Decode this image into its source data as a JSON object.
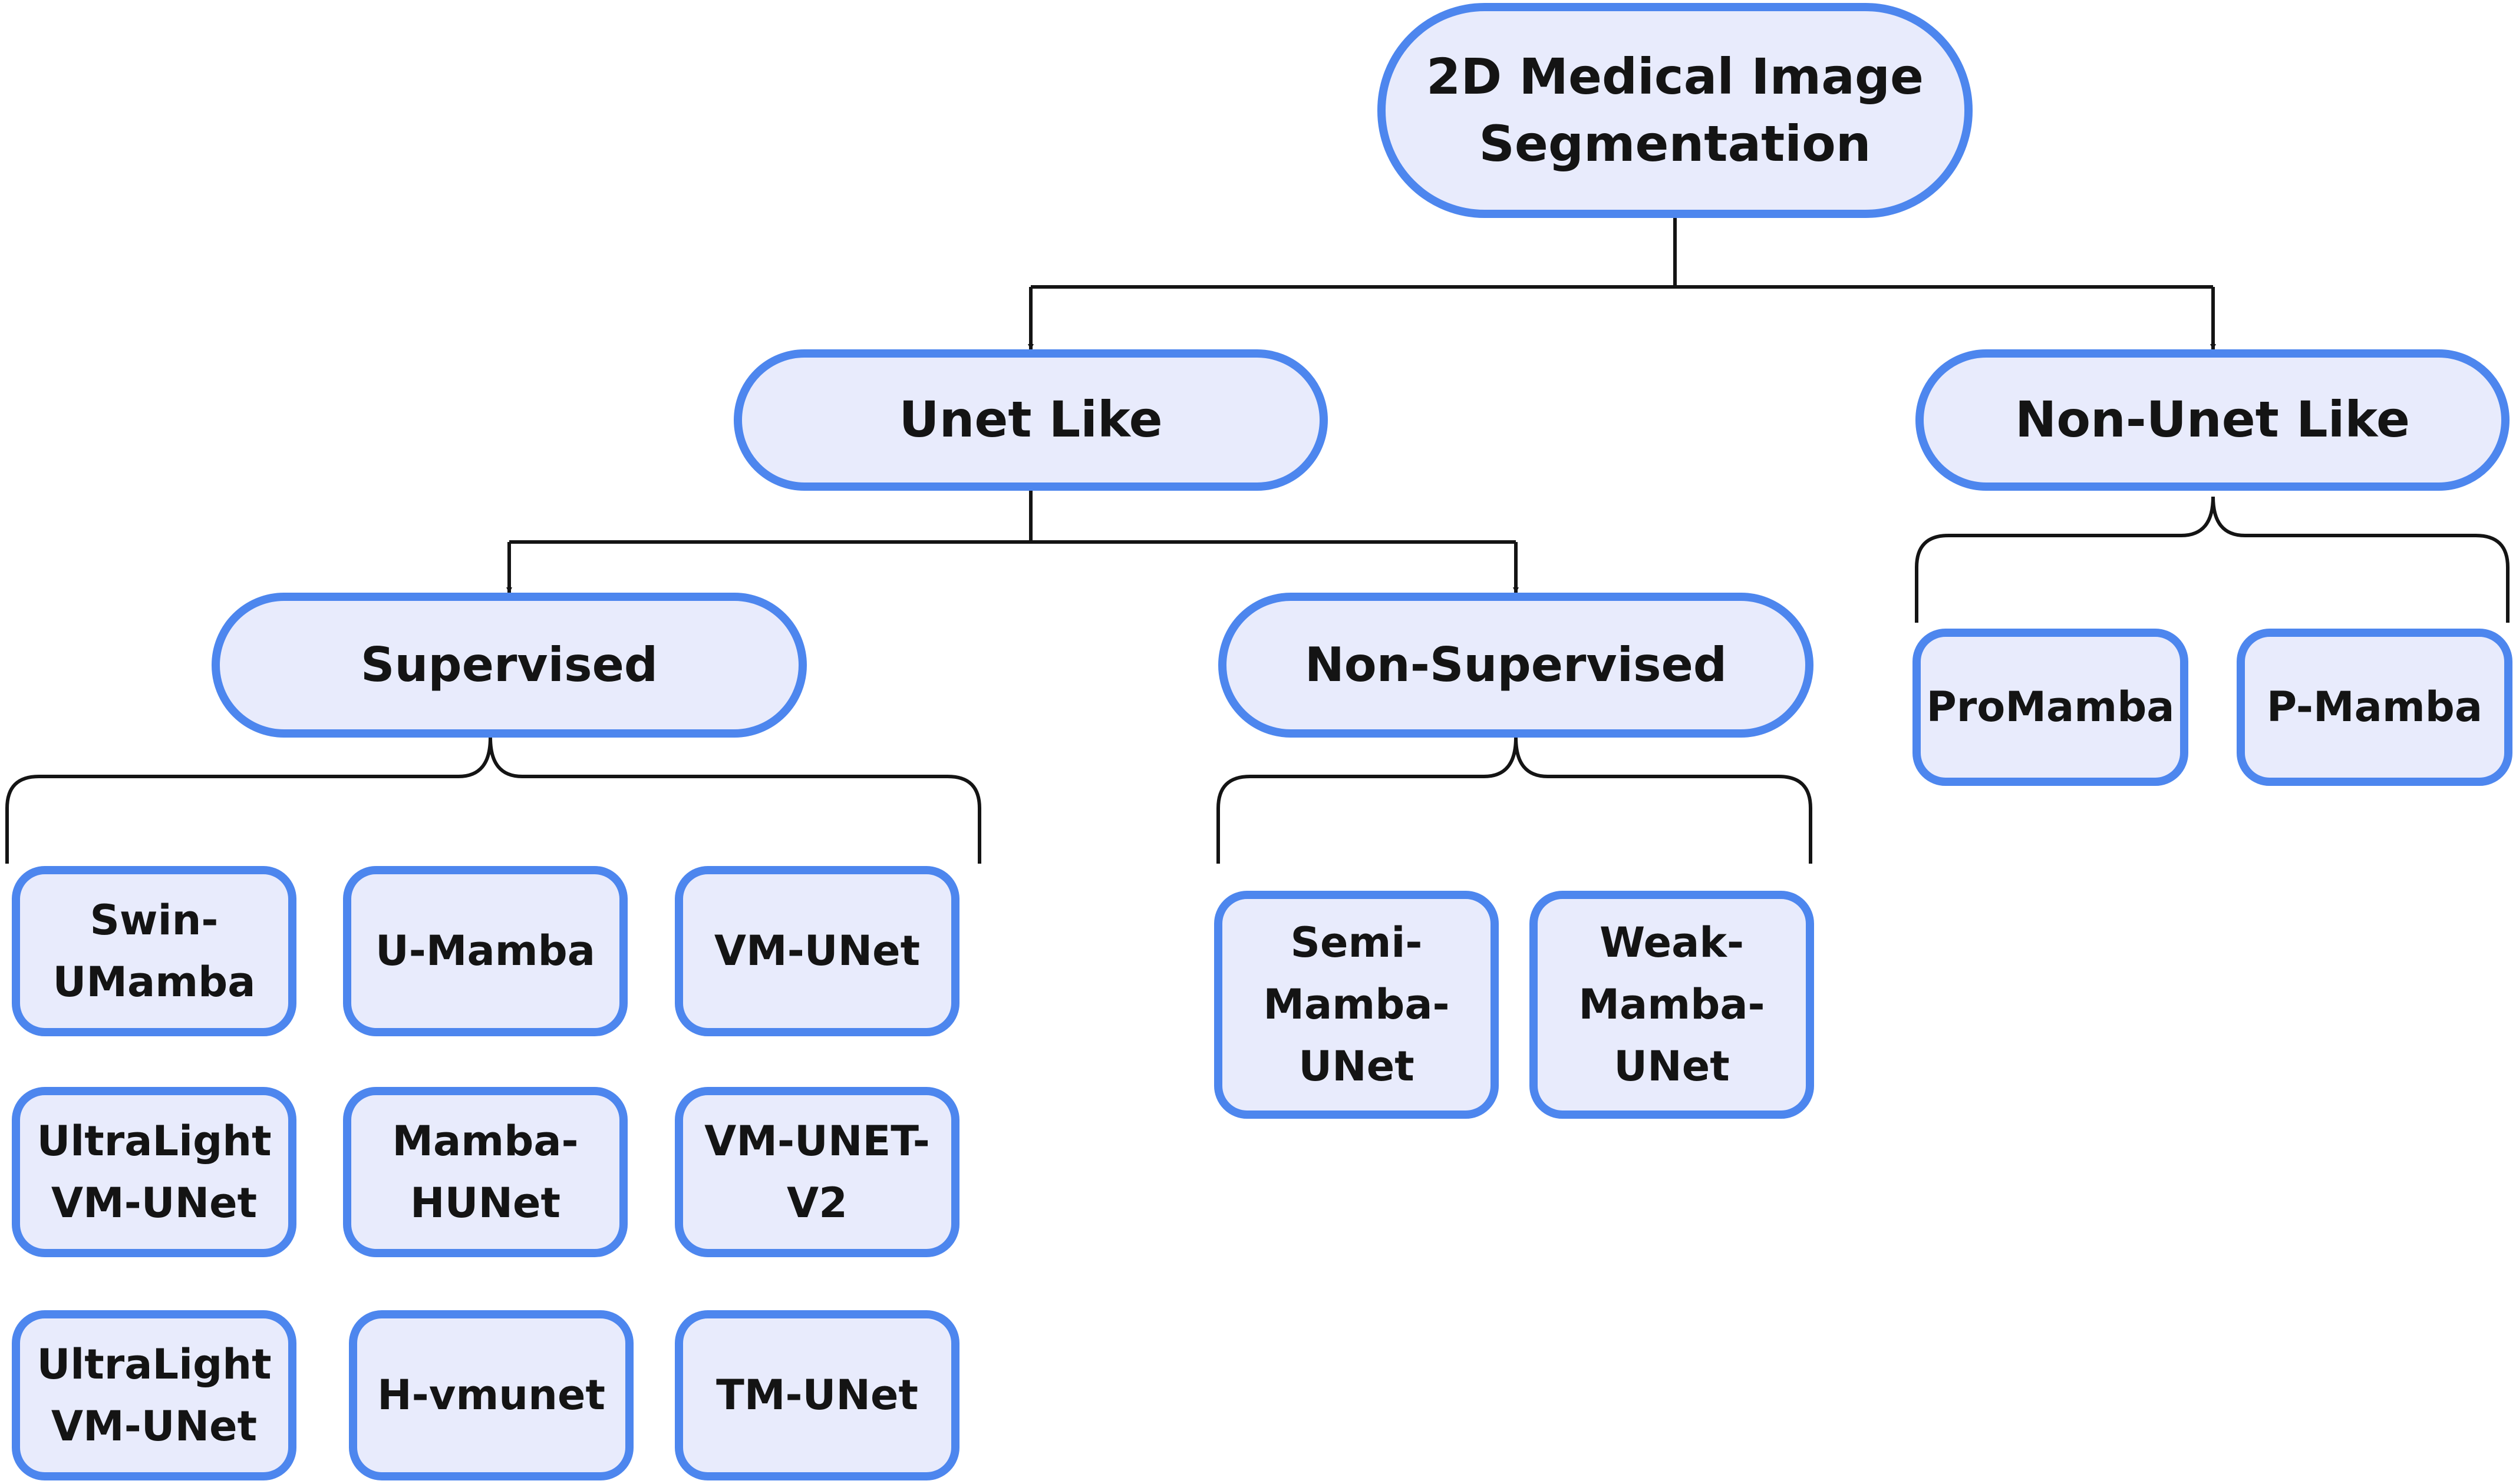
{
  "colors": {
    "node_fill": "#e8ebfc",
    "node_border": "#4d86ee",
    "connector": "#141414",
    "text": "#141414"
  },
  "root": {
    "label": "2D Medical Image\nSegmentation"
  },
  "categories": {
    "unet_like": {
      "label": "Unet Like"
    },
    "non_unet_like": {
      "label": "Non-Unet Like"
    }
  },
  "subcategories": {
    "supervised": {
      "label": "Supervised"
    },
    "non_supervised": {
      "label": "Non-Supervised"
    }
  },
  "supervised_models": [
    {
      "label": "Swin-\nUMamba"
    },
    {
      "label": "U-Mamba"
    },
    {
      "label": "VM-UNet"
    },
    {
      "label": "UltraLight\nVM-UNet"
    },
    {
      "label": "Mamba-\nHUNet"
    },
    {
      "label": "VM-UNET-\nV2"
    },
    {
      "label": "UltraLight\nVM-UNet"
    },
    {
      "label": "H-vmunet"
    },
    {
      "label": "TM-UNet"
    }
  ],
  "non_supervised_models": [
    {
      "label": "Semi-\nMamba-\nUNet"
    },
    {
      "label": "Weak-\nMamba-\nUNet"
    }
  ],
  "non_unet_models": [
    {
      "label": "ProMamba"
    },
    {
      "label": "P-Mamba"
    }
  ]
}
